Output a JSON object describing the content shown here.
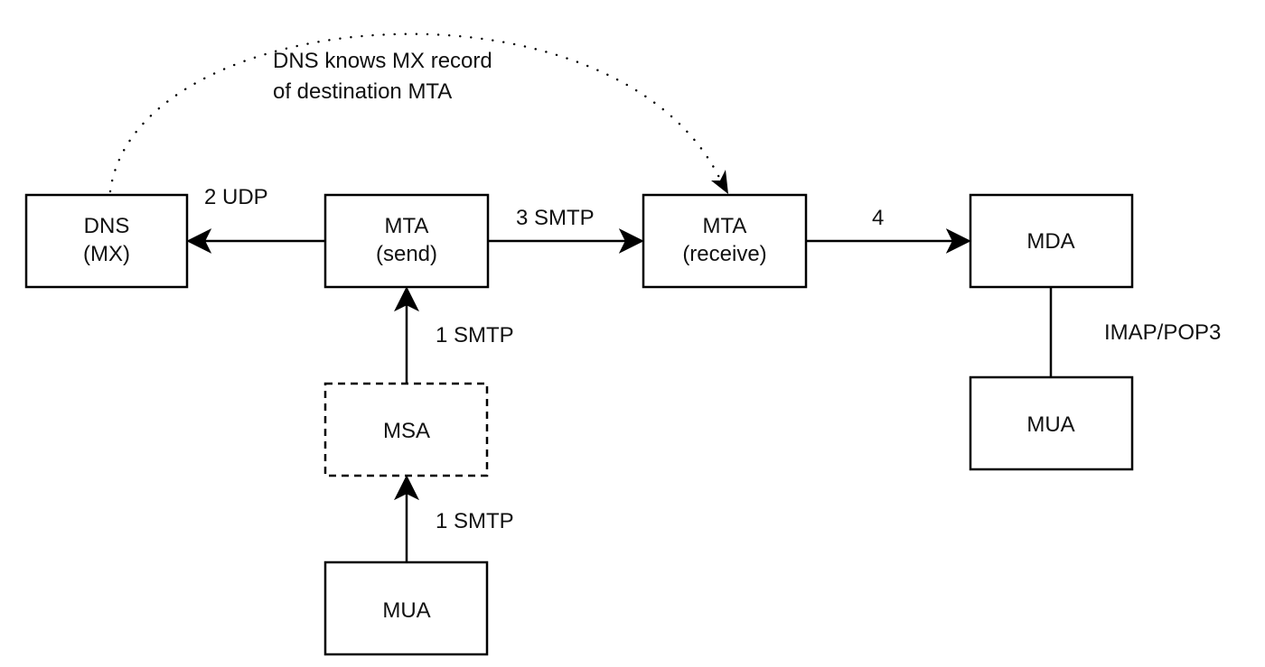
{
  "diagram": {
    "title": "Email delivery flow",
    "nodes": {
      "dns": {
        "id": "dns",
        "lines": [
          "DNS",
          "(MX)"
        ],
        "style": "solid"
      },
      "mta_send": {
        "id": "mta_send",
        "lines": [
          "MTA",
          "(send)"
        ],
        "style": "solid"
      },
      "mta_receive": {
        "id": "mta_receive",
        "lines": [
          "MTA",
          "(receive)"
        ],
        "style": "solid"
      },
      "mda": {
        "id": "mda",
        "lines": [
          "MDA"
        ],
        "style": "solid"
      },
      "msa": {
        "id": "msa",
        "lines": [
          "MSA"
        ],
        "style": "dashed"
      },
      "mua_sender": {
        "id": "mua_sender",
        "lines": [
          "MUA"
        ],
        "style": "solid"
      },
      "mua_recipient": {
        "id": "mua_recipient",
        "lines": [
          "MUA"
        ],
        "style": "solid"
      }
    },
    "edges": {
      "mua_to_msa": {
        "from": "mua_sender",
        "to": "msa",
        "label": "1 SMTP",
        "style": "solid",
        "arrow": "end"
      },
      "msa_to_mta": {
        "from": "msa",
        "to": "mta_send",
        "label": "1 SMTP",
        "style": "solid",
        "arrow": "end"
      },
      "mta_to_dns": {
        "from": "mta_send",
        "to": "dns",
        "label": "2 UDP",
        "style": "solid",
        "arrow": "end"
      },
      "mta_to_mta": {
        "from": "mta_send",
        "to": "mta_receive",
        "label": "3 SMTP",
        "style": "solid",
        "arrow": "end"
      },
      "mta_to_mda": {
        "from": "mta_receive",
        "to": "mda",
        "label": "4",
        "style": "solid",
        "arrow": "end"
      },
      "mda_to_mua": {
        "from": "mda",
        "to": "mua_recipient",
        "label": "IMAP/POP3",
        "style": "solid",
        "arrow": "none"
      },
      "dns_to_mta_receive": {
        "from": "dns",
        "to": "mta_receive",
        "label": "",
        "style": "dotted",
        "arrow": "end"
      }
    },
    "annotation": {
      "lines": [
        "DNS knows MX record",
        "of destination MTA"
      ]
    },
    "colors": {
      "stroke": "#000000",
      "background": "#ffffff",
      "text": "#111111"
    }
  }
}
